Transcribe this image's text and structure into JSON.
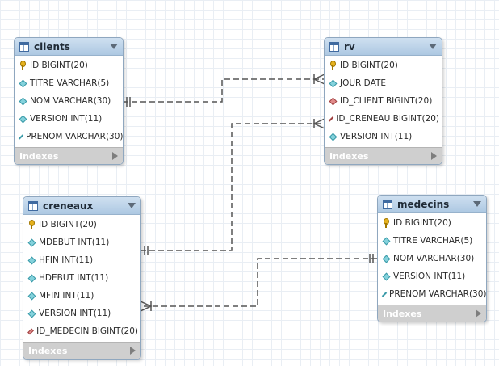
{
  "entities": {
    "clients": {
      "title": "clients",
      "columns": [
        {
          "text": "ID BIGINT(20)",
          "icon": "key-icon"
        },
        {
          "text": "TITRE VARCHAR(5)",
          "icon": "cyan-diamond-icon"
        },
        {
          "text": "NOM VARCHAR(30)",
          "icon": "cyan-diamond-icon"
        },
        {
          "text": "VERSION INT(11)",
          "icon": "cyan-diamond-icon"
        },
        {
          "text": "PRENOM VARCHAR(30)",
          "icon": "cyan-diamond-icon"
        }
      ],
      "indexes_label": "Indexes"
    },
    "rv": {
      "title": "rv",
      "columns": [
        {
          "text": "ID BIGINT(20)",
          "icon": "key-icon"
        },
        {
          "text": "JOUR DATE",
          "icon": "cyan-diamond-icon"
        },
        {
          "text": "ID_CLIENT BIGINT(20)",
          "icon": "red-diamond-icon"
        },
        {
          "text": "ID_CRENEAU BIGINT(20)",
          "icon": "red-diamond-icon"
        },
        {
          "text": "VERSION INT(11)",
          "icon": "cyan-diamond-icon"
        }
      ],
      "indexes_label": "Indexes"
    },
    "creneaux": {
      "title": "creneaux",
      "columns": [
        {
          "text": "ID BIGINT(20)",
          "icon": "key-icon"
        },
        {
          "text": "MDEBUT INT(11)",
          "icon": "cyan-diamond-icon"
        },
        {
          "text": "HFIN INT(11)",
          "icon": "cyan-diamond-icon"
        },
        {
          "text": "HDEBUT INT(11)",
          "icon": "cyan-diamond-icon"
        },
        {
          "text": "MFIN INT(11)",
          "icon": "cyan-diamond-icon"
        },
        {
          "text": "VERSION INT(11)",
          "icon": "cyan-diamond-icon"
        },
        {
          "text": "ID_MEDECIN BIGINT(20)",
          "icon": "red-diamond-icon"
        }
      ],
      "indexes_label": "Indexes"
    },
    "medecins": {
      "title": "medecins",
      "columns": [
        {
          "text": "ID BIGINT(20)",
          "icon": "key-icon"
        },
        {
          "text": "TITRE VARCHAR(5)",
          "icon": "cyan-diamond-icon"
        },
        {
          "text": "NOM VARCHAR(30)",
          "icon": "cyan-diamond-icon"
        },
        {
          "text": "VERSION INT(11)",
          "icon": "cyan-diamond-icon"
        },
        {
          "text": "PRENOM VARCHAR(30)",
          "icon": "cyan-diamond-icon"
        }
      ],
      "indexes_label": "Indexes"
    }
  },
  "relationships": [
    {
      "from": "clients",
      "to": "rv",
      "cardinality": "one-to-many"
    },
    {
      "from": "creneaux",
      "to": "rv",
      "cardinality": "one-to-many"
    },
    {
      "from": "medecins",
      "to": "creneaux",
      "cardinality": "one-to-many"
    }
  ],
  "colors": {
    "header_top": "#cfe0f0",
    "header_bottom": "#adc8e2",
    "border": "#8fa7bf",
    "footer": "#cfcfcf",
    "link_line": "#555555"
  }
}
